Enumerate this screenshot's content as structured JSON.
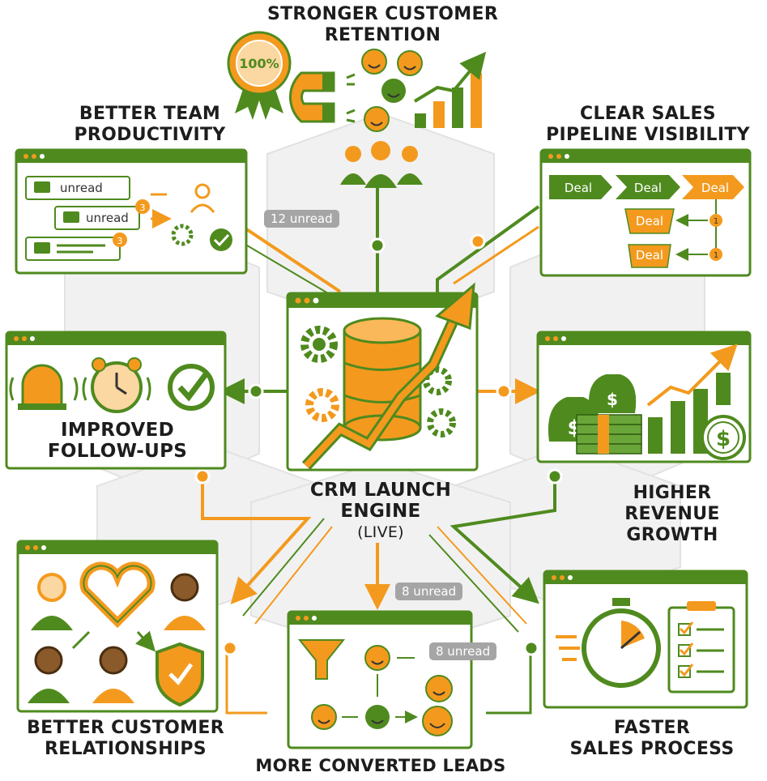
{
  "colors": {
    "green": "#4f8a1e",
    "orange": "#f39a1e",
    "lightgray": "#eeeeee",
    "outline": "#d9d9d9"
  },
  "benefits": {
    "top": [
      "STRONGER CUSTOMER",
      "RETENTION"
    ],
    "top_left": [
      "BETTER TEAM",
      "PRODUCTIVITY"
    ],
    "top_right": [
      "CLEAR SALES",
      "PIPELINE VISIBILITY"
    ],
    "mid_left": [
      "IMPROVED",
      "FOLLOW-UPS"
    ],
    "mid_right": [
      "HIGHER",
      "REVENUE",
      "GROWTH"
    ],
    "bottom_left": [
      "BETTER CUSTOMER",
      "RELATIONSHIPS"
    ],
    "bottom_center": "MORE CONVERTED LEADS",
    "bottom_right": [
      "FASTER",
      "SALES PROCESS"
    ]
  },
  "center": {
    "title": [
      "CRM LAUNCH",
      "ENGINE"
    ],
    "status": "(LIVE)"
  },
  "badges": {
    "b12": "12 unread",
    "b8a": "8 unread",
    "b8b": "8 unread"
  },
  "team_panel": {
    "msg1": "unread",
    "msg2": "unread",
    "count2": "3",
    "count3": "3"
  },
  "pipeline_panel": {
    "deal1": "Deal",
    "deal2": "Deal",
    "deal3": "Deal",
    "deal4": "Deal",
    "deal5": "Deal",
    "step1": "1",
    "step2": "1"
  },
  "retention": {
    "seal": "100%"
  },
  "revenue": {
    "currency": "$"
  }
}
